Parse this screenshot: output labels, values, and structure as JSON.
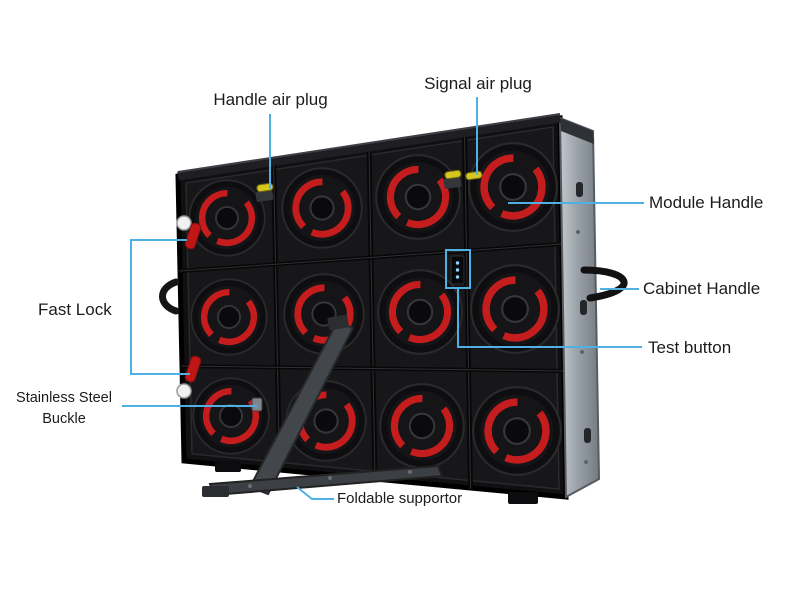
{
  "diagram": {
    "title": "LED display cabinet rear view diagram",
    "labels": {
      "handle_air_plug": "Handle air plug",
      "signal_air_plug": "Signal air plug",
      "module_handle": "Module Handle",
      "cabinet_handle": "Cabinet Handle",
      "test_button": "Test button",
      "fast_lock": "Fast Lock",
      "stainless_line1": "Stainless Steel",
      "stainless_line2": "Buckle",
      "foldable_supportor": "Foldable supportor"
    },
    "colors": {
      "annotation_blue": "#4fb0e4",
      "cabinet_black": "#141416",
      "module_ring_red": "#c51d1d",
      "air_plug_yellow": "#d6c71f",
      "fast_lock_red": "#c01616",
      "side_panel_gray": "#9aa1a8",
      "label_text": "#1c1c1c"
    },
    "structure": {
      "module_columns": 4,
      "module_rows": 3
    }
  }
}
